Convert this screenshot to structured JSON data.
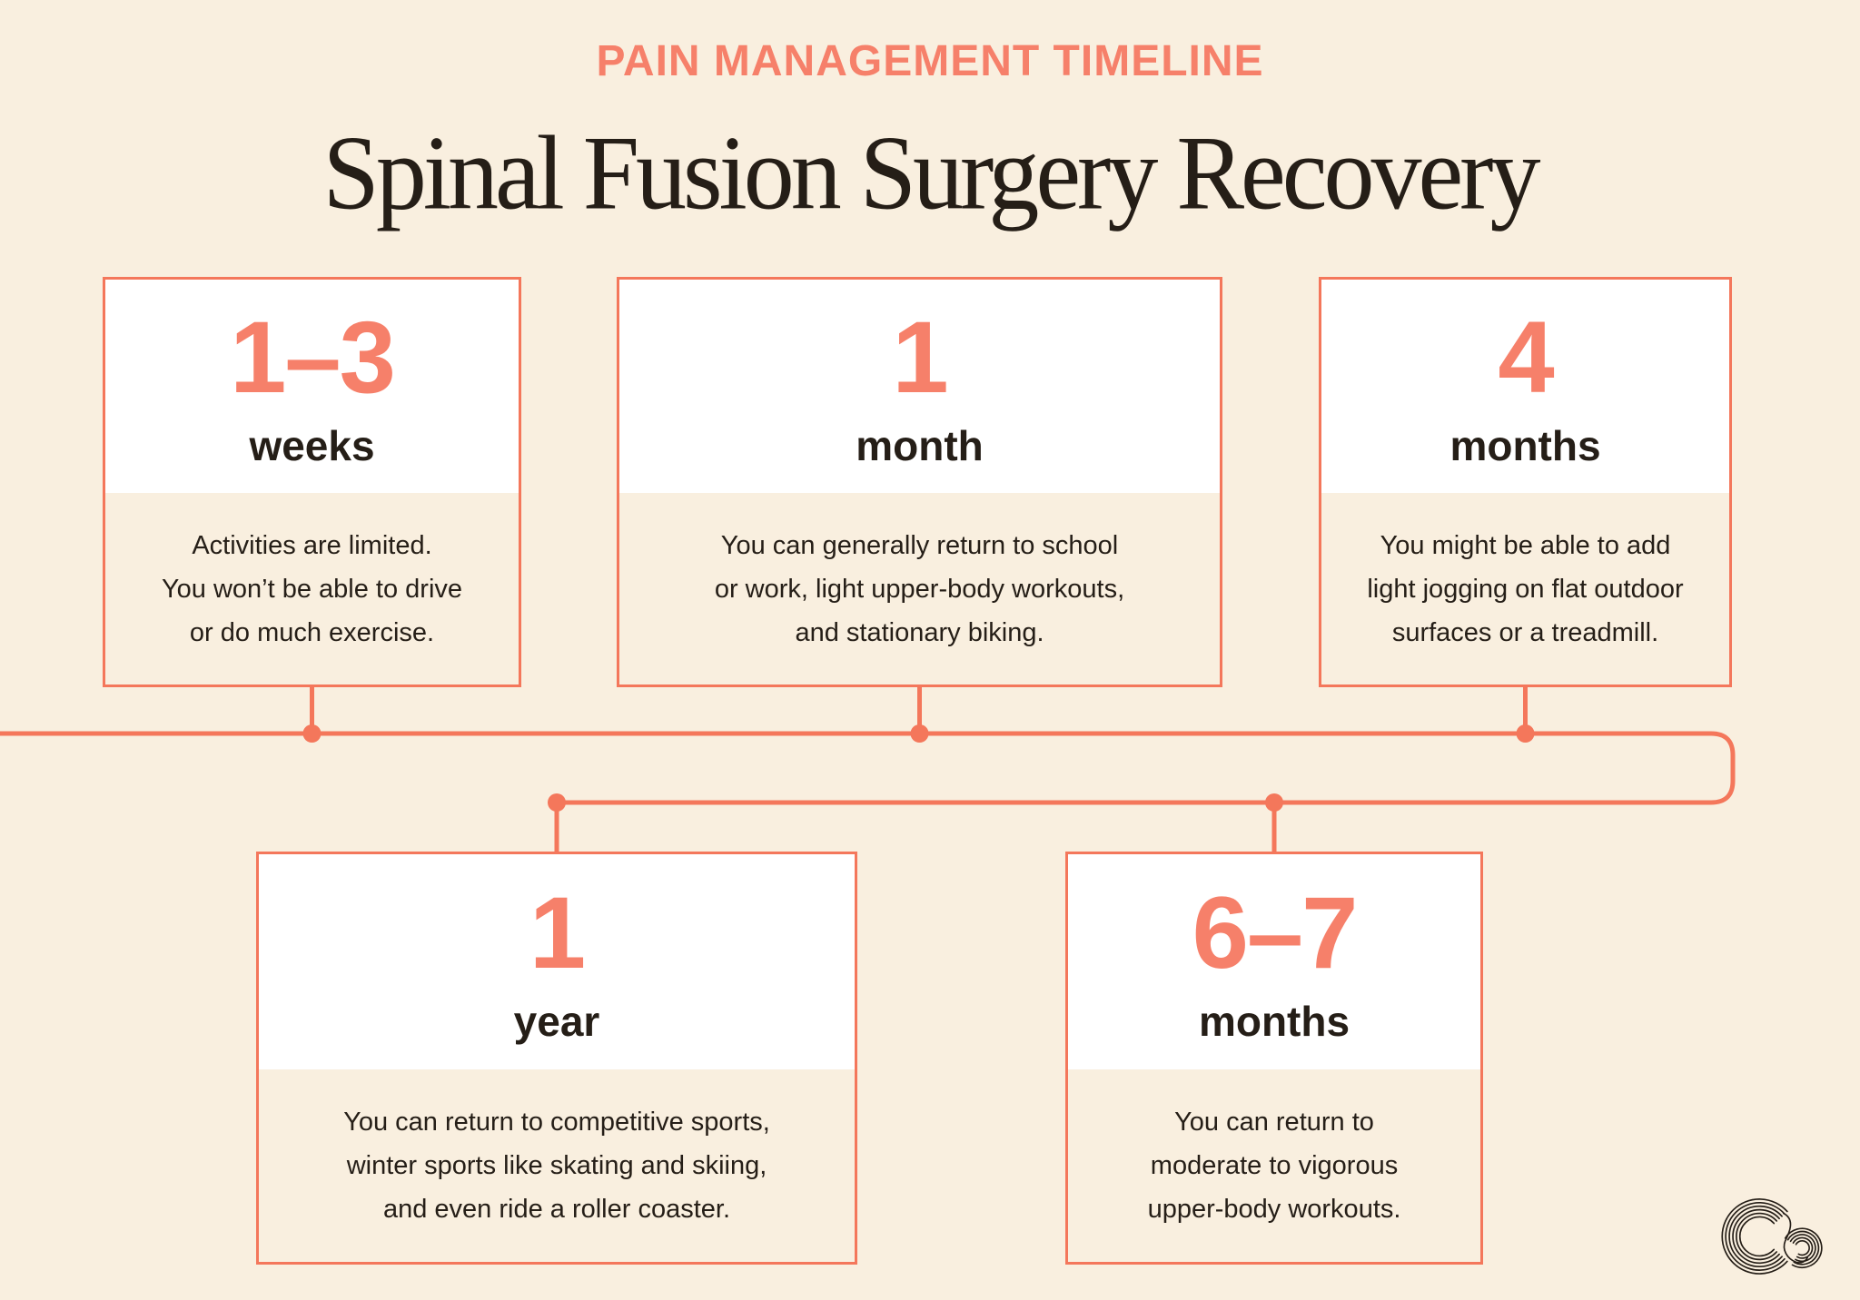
{
  "colors": {
    "background": "#F9EFDF",
    "accent": "#F6806A",
    "line": "#F4775B",
    "ink": "#251E17",
    "card_white": "#FFFFFF"
  },
  "header": {
    "eyebrow": "PAIN MANAGEMENT TIMELINE",
    "title": "Spinal Fusion Surgery Recovery"
  },
  "timeline": {
    "cards": [
      {
        "value": "1–3",
        "unit": "weeks",
        "description": [
          "Activities are limited.",
          "You won’t be able to drive",
          "or do much exercise."
        ]
      },
      {
        "value": "1",
        "unit": "month",
        "description": [
          "You can generally return to school",
          "or work, light upper-body workouts,",
          "and stationary biking."
        ]
      },
      {
        "value": "4",
        "unit": "months",
        "description": [
          "You might be able to add",
          "light jogging on flat outdoor",
          "surfaces or a treadmill."
        ]
      },
      {
        "value": "1",
        "unit": "year",
        "description": [
          "You can return to competitive sports,",
          "winter sports like skating and skiing,",
          "and even ride a roller coaster."
        ]
      },
      {
        "value": "6–7",
        "unit": "months",
        "description": [
          "You can return to",
          "moderate to vigorous",
          "upper-body workouts."
        ]
      }
    ]
  },
  "footer": {
    "logo": "co-monogram-logo"
  }
}
